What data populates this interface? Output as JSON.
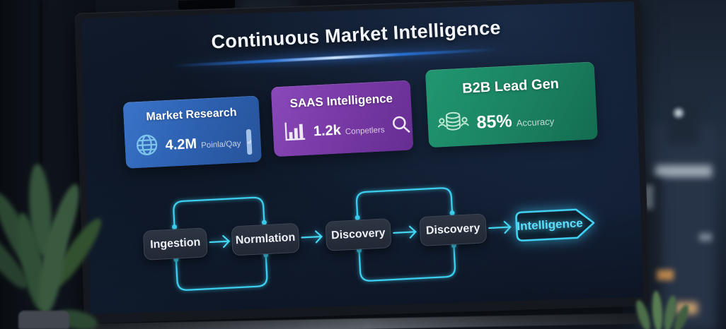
{
  "title": "Continuous Market Intelligence",
  "cards": [
    {
      "title": "Market Research",
      "metric_value": "4.2M",
      "metric_label": "Poinla/Qay",
      "left_icon": "globe-icon",
      "right_icon": "trend-line-icon",
      "color": "#2e63b4"
    },
    {
      "title": "SAAS Intelligence",
      "metric_value": "1.2k",
      "metric_label": "Conpetlers",
      "left_icon": "bar-chart-icon",
      "right_icon": "magnifier-icon",
      "color": "#7c3da8"
    },
    {
      "title": "B2B Lead Gen",
      "metric_value": "85%",
      "metric_label": "Accuracy",
      "left_icon": "database-users-icon",
      "right_icon": "",
      "color": "#1e8a66"
    }
  ],
  "pipeline": {
    "accent_color": "#41d4f6",
    "nodes": [
      {
        "label": "Ingestion"
      },
      {
        "label": "Normlation"
      },
      {
        "label": "Discovery"
      },
      {
        "label": "Discovery"
      },
      {
        "label": "Intelligence"
      }
    ]
  }
}
